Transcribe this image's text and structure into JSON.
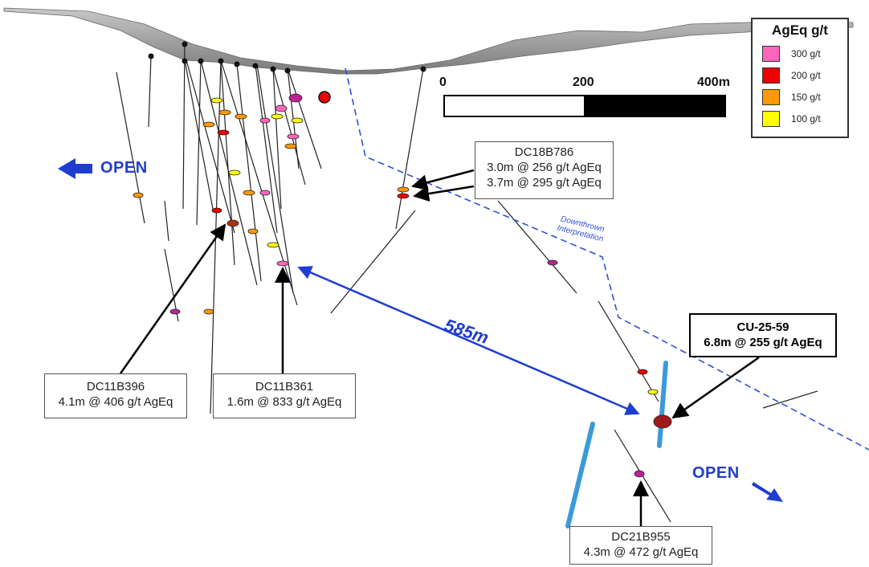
{
  "legend": {
    "title": "AgEq g/t",
    "items": [
      {
        "label": "300 g/t",
        "color": "#ff66bb"
      },
      {
        "label": "200 g/t",
        "color": "#ee0000"
      },
      {
        "label": "150 g/t",
        "color": "#ff9900"
      },
      {
        "label": "100 g/t",
        "color": "#ffff00"
      }
    ]
  },
  "scale_bar": {
    "labels": [
      "0",
      "200",
      "400m"
    ]
  },
  "open_labels": {
    "left": "OPEN",
    "right": "OPEN"
  },
  "distance": {
    "label": "585m"
  },
  "interpretation": {
    "line1": "Downthrown",
    "line2": "Interpretation"
  },
  "callouts": {
    "dc18b786": {
      "hole": "DC18B786",
      "line1": "3.0m @ 256 g/t AgEq",
      "line2": "3.7m @ 295 g/t AgEq"
    },
    "dc11b396": {
      "hole": "DC11B396",
      "line1": "4.1m @ 406 g/t AgEq"
    },
    "dc11b361": {
      "hole": "DC11B361",
      "line1": "1.6m @ 833 g/t AgEq"
    },
    "cu2559": {
      "hole": "CU-25-59",
      "line1": "6.8m @ 255 g/t AgEq"
    },
    "dc21b955": {
      "hole": "DC21B955",
      "line1": "4.3m @ 472 g/t AgEq"
    }
  },
  "colors": {
    "accent_blue": "#1f3ecf",
    "hole_blue": "#3a9ad9",
    "callout_arrow": "#000000"
  }
}
